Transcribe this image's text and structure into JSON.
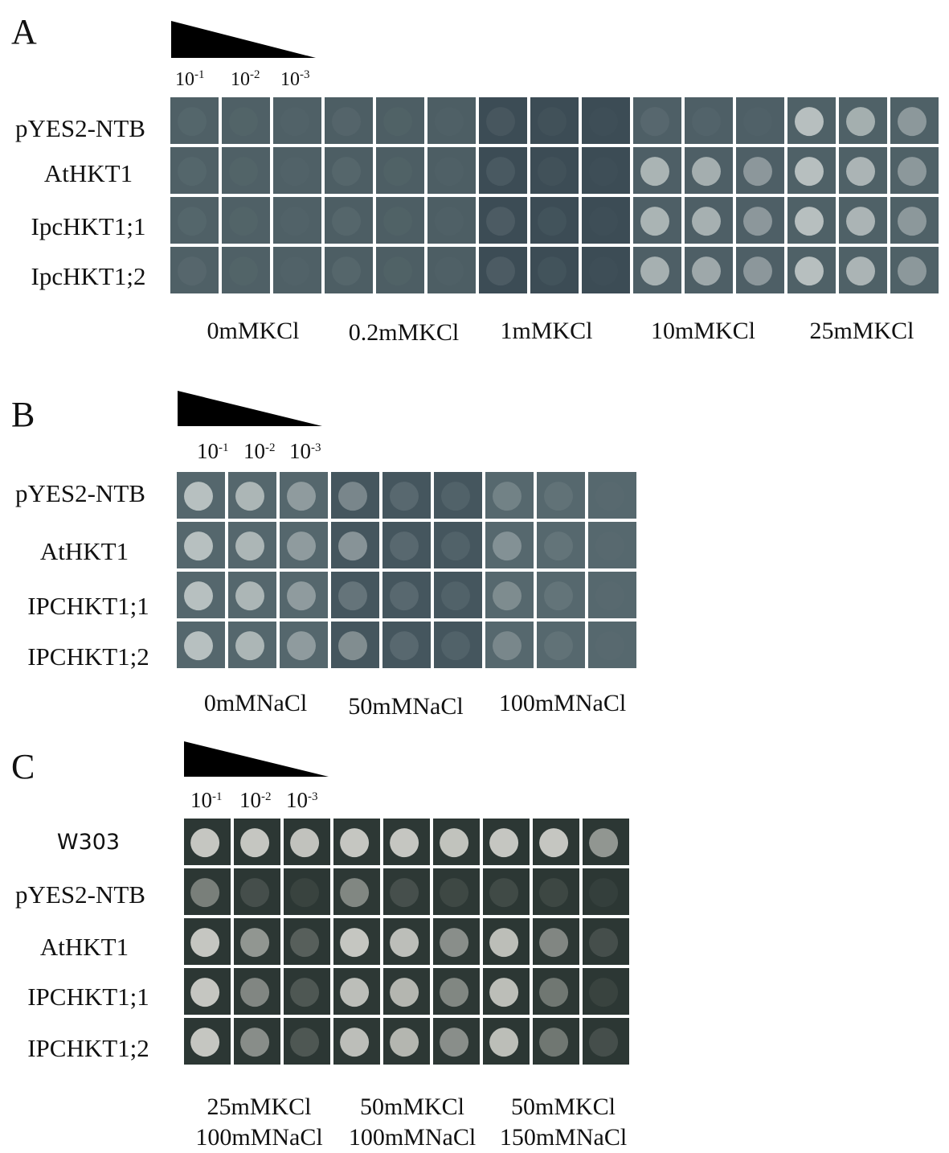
{
  "panels": [
    {
      "letter": "A",
      "dilutions": [
        {
          "base": "10",
          "exp": "-1"
        },
        {
          "base": "10",
          "exp": "-2"
        },
        {
          "base": "10",
          "exp": "-3"
        }
      ],
      "strains": [
        "pYES2-NTB",
        "AtHKT1",
        "IpcHKT1;1",
        "IpcHKT1;2"
      ],
      "conditions": [
        [
          "0mMKCl"
        ],
        [
          "0.2mMKCl"
        ],
        [
          "1mMKCl"
        ],
        [
          "10mMKCl"
        ],
        [
          "25mMKCl"
        ]
      ],
      "plate_colors": [
        "#4f6066",
        "#4d5e64",
        "#3c4c55",
        "#4e5f66",
        "#4f6167"
      ],
      "growth": [
        [
          [
            0.05,
            0.03,
            0.02
          ],
          [
            0.06,
            0.03,
            0.02
          ],
          [
            0.08,
            0.04,
            0.02
          ],
          [
            0.08,
            0.04,
            0.02
          ],
          [
            0.85,
            0.7,
            0.5
          ]
        ],
        [
          [
            0.05,
            0.03,
            0.02
          ],
          [
            0.07,
            0.03,
            0.02
          ],
          [
            0.1,
            0.04,
            0.02
          ],
          [
            0.75,
            0.7,
            0.5
          ],
          [
            0.85,
            0.75,
            0.5
          ]
        ],
        [
          [
            0.05,
            0.03,
            0.02
          ],
          [
            0.07,
            0.03,
            0.02
          ],
          [
            0.12,
            0.05,
            0.02
          ],
          [
            0.75,
            0.72,
            0.5
          ],
          [
            0.85,
            0.75,
            0.5
          ]
        ],
        [
          [
            0.06,
            0.03,
            0.02
          ],
          [
            0.07,
            0.03,
            0.02
          ],
          [
            0.12,
            0.05,
            0.02
          ],
          [
            0.72,
            0.65,
            0.5
          ],
          [
            0.85,
            0.75,
            0.5
          ]
        ]
      ]
    },
    {
      "letter": "B",
      "dilutions": [
        {
          "base": "10",
          "exp": "-1"
        },
        {
          "base": "10",
          "exp": "-2"
        },
        {
          "base": "10",
          "exp": "-3"
        }
      ],
      "strains": [
        "pYES2-NTB",
        "AtHKT1",
        "IPCHKT1;1",
        "IPCHKT1;2"
      ],
      "conditions": [
        [
          "0mMNaCl"
        ],
        [
          "50mMNaCl"
        ],
        [
          "100mMNaCl"
        ]
      ],
      "plate_colors": [
        "#55676d",
        "#45565e",
        "#56686e"
      ],
      "growth": [
        [
          [
            0.85,
            0.75,
            0.5
          ],
          [
            0.4,
            0.15,
            0.1
          ],
          [
            0.25,
            0.1,
            0.02
          ]
        ],
        [
          [
            0.85,
            0.75,
            0.5
          ],
          [
            0.5,
            0.15,
            0.1
          ],
          [
            0.4,
            0.12,
            0.02
          ]
        ],
        [
          [
            0.85,
            0.75,
            0.5
          ],
          [
            0.25,
            0.15,
            0.1
          ],
          [
            0.35,
            0.12,
            0.02
          ]
        ],
        [
          [
            0.85,
            0.75,
            0.5
          ],
          [
            0.45,
            0.15,
            0.1
          ],
          [
            0.3,
            0.1,
            0.02
          ]
        ]
      ]
    },
    {
      "letter": "C",
      "dilutions": [
        {
          "base": "10",
          "exp": "-1"
        },
        {
          "base": "10",
          "exp": "-2"
        },
        {
          "base": "10",
          "exp": "-3"
        }
      ],
      "strains": [
        "W303",
        "pYES2-NTB",
        "AtHKT1",
        "IPCHKT1;1",
        "IPCHKT1;2"
      ],
      "conditions": [
        [
          "25mMKCl",
          "100mMNaCl"
        ],
        [
          "50mMKCl",
          "100mMNaCl"
        ],
        [
          "50mMKCl",
          "150mMNaCl"
        ]
      ],
      "plate_colors": [
        "#2c3734",
        "#2d3835",
        "#2c3734"
      ],
      "growth": [
        [
          [
            0.9,
            0.9,
            0.88
          ],
          [
            0.9,
            0.9,
            0.88
          ],
          [
            0.9,
            0.9,
            0.6
          ]
        ],
        [
          [
            0.45,
            0.15,
            0.08
          ],
          [
            0.5,
            0.15,
            0.1
          ],
          [
            0.12,
            0.1,
            0.05
          ]
        ],
        [
          [
            0.9,
            0.6,
            0.25
          ],
          [
            0.9,
            0.85,
            0.55
          ],
          [
            0.85,
            0.5,
            0.15
          ]
        ],
        [
          [
            0.9,
            0.5,
            0.2
          ],
          [
            0.85,
            0.8,
            0.5
          ],
          [
            0.85,
            0.4,
            0.08
          ]
        ],
        [
          [
            0.9,
            0.55,
            0.2
          ],
          [
            0.85,
            0.8,
            0.55
          ],
          [
            0.85,
            0.4,
            0.15
          ]
        ]
      ]
    }
  ],
  "colors": {
    "text": "#111111",
    "colony_a": "#c9d0cf",
    "colony_c": "#d6d6d0"
  }
}
